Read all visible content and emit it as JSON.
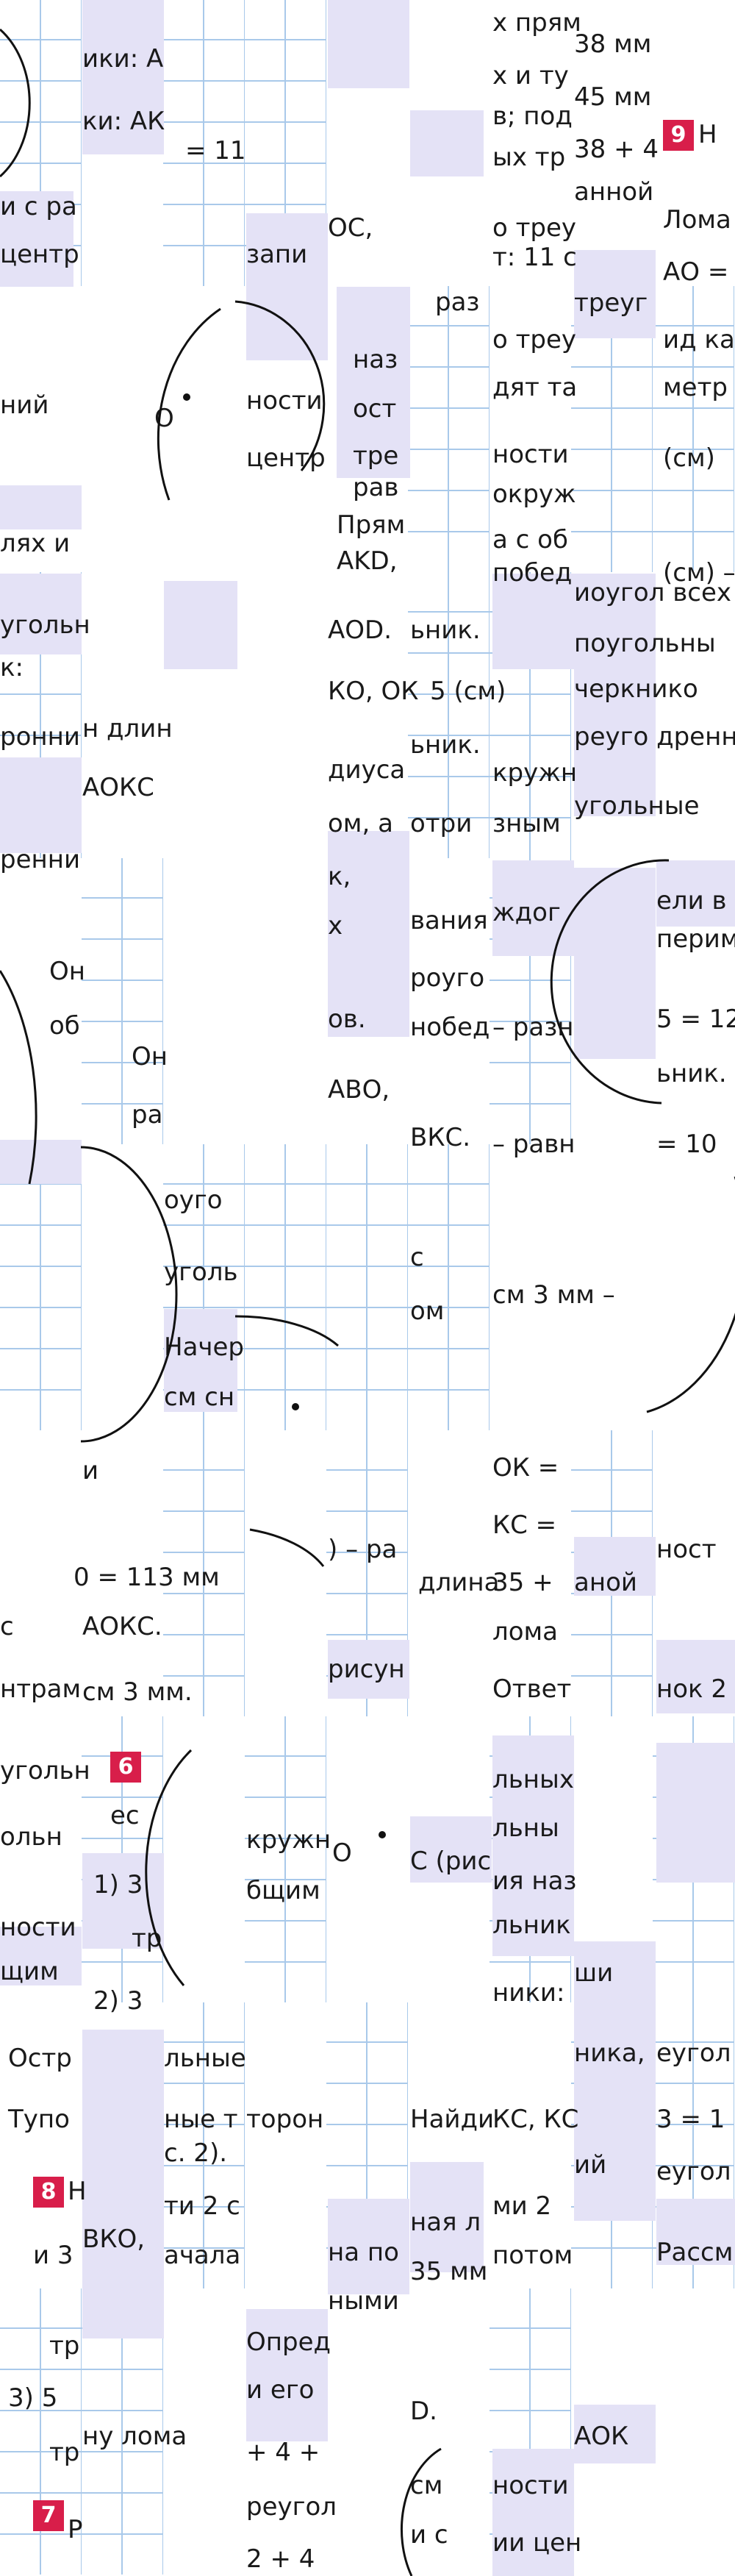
{
  "colors": {
    "text": "#1a1a1a",
    "highlight": "#e4e2f6",
    "grid": "#a9c9ea",
    "badge": "#d81e4a"
  },
  "badges": [
    "9",
    "6",
    "8",
    "7"
  ],
  "fragments": [
    "ики: А",
    "ки: АК",
    "= 11",
    "и с ра",
    "центр",
    "ОС,",
    "запи",
    "х прям",
    "х и ту",
    "в; под",
    "ых тр",
    "38 мм",
    "45 мм",
    "38 + 4",
    "анной",
    "Н",
    "Лома",
    "АО =",
    "о треу",
    "т: 11 с",
    "ний",
    "О",
    "ности",
    "центр",
    "наз",
    "ост",
    "тре",
    "рав",
    "раз",
    "о треу",
    "дят та",
    "ности",
    "окруж",
    "а с об",
    "побед",
    "треуг",
    "ид ка",
    "метр",
    "(см)",
    "(см) –",
    "Прям",
    "AKD,",
    "лях и",
    "угольн",
    "к:",
    "ронни",
    "ренни",
    "н длин",
    "АОКС",
    "АОD.",
    "КО, ОК",
    "диуса",
    "ом, а",
    "к,",
    "х",
    "ов.",
    "ьник.",
    "5 (см)",
    "ьник.",
    "отри",
    "вания",
    "роуго",
    "нобед",
    "кружн",
    "зным",
    "иоугол всех",
    "поугольны",
    "черкнико",
    "реуго дренн",
    "угольные",
    "ждог",
    "– разн",
    "– равн",
    "ели в",
    "перим",
    "5 = 12",
    "ьник.",
    "= 10",
    "Он",
    "об",
    "Он",
    "ра",
    "АВО,",
    "ВКС.",
    "оуго",
    "уголь",
    "Начер",
    "см сн",
    "с",
    "ом",
    "см 3 мм –",
    "и",
    "0 = 113 мм",
    "АОКС.",
    "см 3 мм.",
    "с",
    "нтрам",
    ") – ра",
    "длина",
    "рисун",
    "ОК =",
    "КС =",
    "35 +",
    "аной",
    "лома",
    "Ответ",
    "ност",
    "нок 2",
    "угольн",
    "ольн",
    "ности",
    "щим",
    "ес",
    "1) 3",
    "тр",
    "2) 3",
    "кружн",
    "бщим",
    "О",
    "С (рис",
    "льных",
    "льны",
    "ия наз",
    "льник",
    "ники:",
    "ши",
    "ника,",
    "еугол",
    "3 = 1",
    "ий",
    "еугол",
    "Рассм",
    "Остр",
    "льные",
    "Тупо",
    "ные т",
    "торон",
    "с. 2).",
    "Найди",
    "КС, КС",
    "Н",
    "и 3",
    "тр",
    "3) 5",
    "тр",
    "ВКО,",
    "ти 2 с",
    "ачала",
    "ная л",
    "ми 2",
    "35 мм",
    "потом",
    "на по",
    "ными",
    "Опред",
    "и его",
    "D.",
    "+ 4 +",
    "реугол",
    "2 + 4",
    "ну лома",
    "см",
    "и с",
    "ности",
    "ии цен",
    "АОК",
    "Р"
  ]
}
